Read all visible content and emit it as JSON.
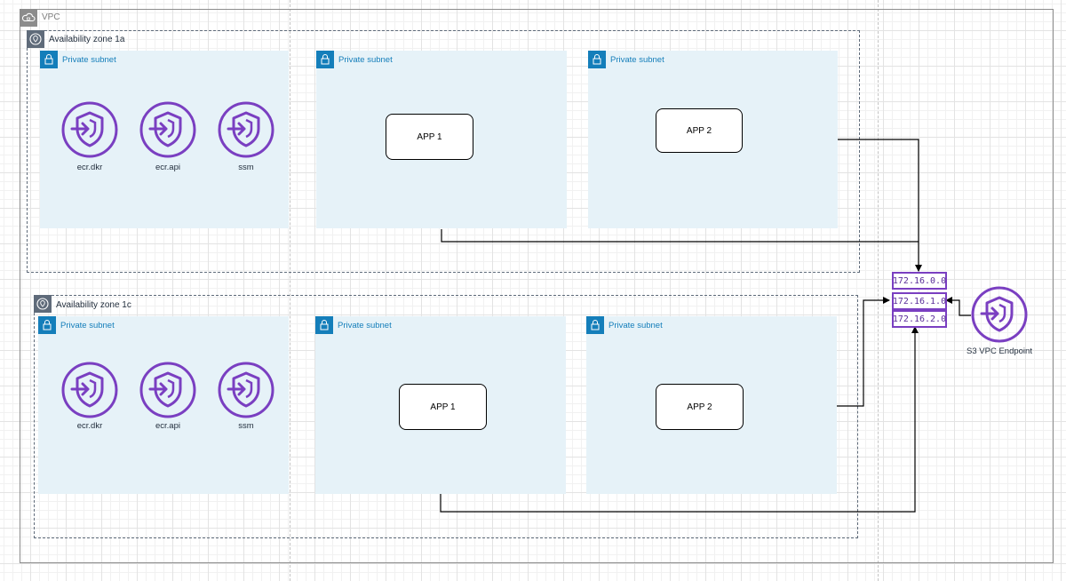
{
  "vpc": {
    "label": "VPC"
  },
  "zones": [
    {
      "label": "Availability zone 1a",
      "subnets": [
        {
          "label": "Private subnet",
          "endpoints": [
            "ecr.dkr",
            "ecr.api",
            "ssm"
          ]
        },
        {
          "label": "Private subnet",
          "app": "APP 1"
        },
        {
          "label": "Private subnet",
          "app": "APP 2"
        }
      ]
    },
    {
      "label": "Availability zone 1c",
      "subnets": [
        {
          "label": "Private subnet",
          "endpoints": [
            "ecr.dkr",
            "ecr.api",
            "ssm"
          ]
        },
        {
          "label": "Private subnet",
          "app": "APP 1"
        },
        {
          "label": "Private subnet",
          "app": "APP 2"
        }
      ]
    }
  ],
  "route_table": {
    "cidrs": [
      "172.16.0.0",
      "172.16.1.0",
      "172.16.2.0"
    ]
  },
  "s3_endpoint": {
    "label": "S3 VPC Endpoint"
  },
  "colors": {
    "endpoint_purple": "#7a3fc1",
    "subnet_blue": "#147eba",
    "subnet_fill": "#e6f2f8",
    "zone_border": "#5f6b7a",
    "vpc_border": "#8c8c8c"
  },
  "icons": {
    "vpc": "cloud-lock-icon",
    "zone": "location-pin-icon",
    "subnet": "padlock-icon",
    "endpoint": "shield-arrow-icon"
  }
}
